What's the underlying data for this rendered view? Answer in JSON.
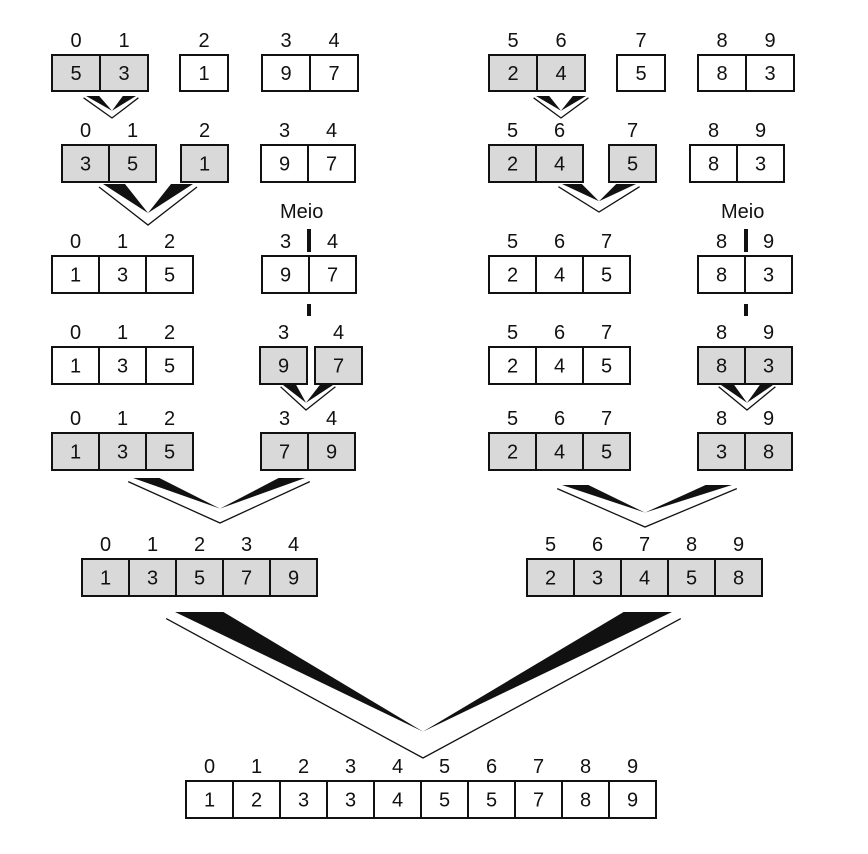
{
  "meio_label": "Meio",
  "arrays": [
    {
      "cells": [
        {
          "i": "0",
          "v": "5",
          "s": 1
        },
        {
          "i": "1",
          "v": "3",
          "s": 1
        }
      ]
    },
    {
      "cells": [
        {
          "i": "2",
          "v": "1",
          "s": 0
        }
      ]
    },
    {
      "cells": [
        {
          "i": "3",
          "v": "9",
          "s": 0
        },
        {
          "i": "4",
          "v": "7",
          "s": 0
        }
      ]
    },
    {
      "cells": [
        {
          "i": "5",
          "v": "2",
          "s": 1
        },
        {
          "i": "6",
          "v": "4",
          "s": 1
        }
      ]
    },
    {
      "cells": [
        {
          "i": "7",
          "v": "5",
          "s": 0
        }
      ]
    },
    {
      "cells": [
        {
          "i": "8",
          "v": "8",
          "s": 0
        },
        {
          "i": "9",
          "v": "3",
          "s": 0
        }
      ]
    },
    {
      "cells": [
        {
          "i": "0",
          "v": "3",
          "s": 1
        },
        {
          "i": "1",
          "v": "5",
          "s": 1
        }
      ]
    },
    {
      "cells": [
        {
          "i": "2",
          "v": "1",
          "s": 1
        }
      ]
    },
    {
      "cells": [
        {
          "i": "3",
          "v": "9",
          "s": 0
        },
        {
          "i": "4",
          "v": "7",
          "s": 0
        }
      ]
    },
    {
      "cells": [
        {
          "i": "5",
          "v": "2",
          "s": 1
        },
        {
          "i": "6",
          "v": "4",
          "s": 1
        }
      ]
    },
    {
      "cells": [
        {
          "i": "7",
          "v": "5",
          "s": 1
        }
      ]
    },
    {
      "cells": [
        {
          "i": "8",
          "v": "8",
          "s": 0
        },
        {
          "i": "9",
          "v": "3",
          "s": 0
        }
      ]
    },
    {
      "cells": [
        {
          "i": "0",
          "v": "1",
          "s": 0
        },
        {
          "i": "1",
          "v": "3",
          "s": 0
        },
        {
          "i": "2",
          "v": "5",
          "s": 0
        }
      ]
    },
    {
      "cells": [
        {
          "i": "3",
          "v": "9",
          "s": 0
        },
        {
          "i": "4",
          "v": "7",
          "s": 0
        }
      ]
    },
    {
      "cells": [
        {
          "i": "5",
          "v": "2",
          "s": 0
        },
        {
          "i": "6",
          "v": "4",
          "s": 0
        },
        {
          "i": "7",
          "v": "5",
          "s": 0
        }
      ]
    },
    {
      "cells": [
        {
          "i": "8",
          "v": "8",
          "s": 0
        },
        {
          "i": "9",
          "v": "3",
          "s": 0
        }
      ]
    },
    {
      "cells": [
        {
          "i": "0",
          "v": "1",
          "s": 0
        },
        {
          "i": "1",
          "v": "3",
          "s": 0
        },
        {
          "i": "2",
          "v": "5",
          "s": 0
        }
      ]
    },
    {
      "cells": [
        {
          "i": "3",
          "v": "9",
          "s": 1
        }
      ]
    },
    {
      "cells": [
        {
          "i": "4",
          "v": "7",
          "s": 1
        }
      ]
    },
    {
      "cells": [
        {
          "i": "5",
          "v": "2",
          "s": 0
        },
        {
          "i": "6",
          "v": "4",
          "s": 0
        },
        {
          "i": "7",
          "v": "5",
          "s": 0
        }
      ]
    },
    {
      "cells": [
        {
          "i": "8",
          "v": "8",
          "s": 1
        },
        {
          "i": "9",
          "v": "3",
          "s": 1
        }
      ]
    },
    {
      "cells": [
        {
          "i": "0",
          "v": "1",
          "s": 1
        },
        {
          "i": "1",
          "v": "3",
          "s": 1
        },
        {
          "i": "2",
          "v": "5",
          "s": 1
        }
      ]
    },
    {
      "cells": [
        {
          "i": "3",
          "v": "7",
          "s": 1
        },
        {
          "i": "4",
          "v": "9",
          "s": 1
        }
      ]
    },
    {
      "cells": [
        {
          "i": "5",
          "v": "2",
          "s": 1
        },
        {
          "i": "6",
          "v": "4",
          "s": 1
        },
        {
          "i": "7",
          "v": "5",
          "s": 1
        }
      ]
    },
    {
      "cells": [
        {
          "i": "8",
          "v": "3",
          "s": 1
        },
        {
          "i": "9",
          "v": "8",
          "s": 1
        }
      ]
    },
    {
      "cells": [
        {
          "i": "0",
          "v": "1",
          "s": 1
        },
        {
          "i": "1",
          "v": "3",
          "s": 1
        },
        {
          "i": "2",
          "v": "5",
          "s": 1
        },
        {
          "i": "3",
          "v": "7",
          "s": 1
        },
        {
          "i": "4",
          "v": "9",
          "s": 1
        }
      ]
    },
    {
      "cells": [
        {
          "i": "5",
          "v": "2",
          "s": 1
        },
        {
          "i": "6",
          "v": "3",
          "s": 1
        },
        {
          "i": "7",
          "v": "4",
          "s": 1
        },
        {
          "i": "8",
          "v": "5",
          "s": 1
        },
        {
          "i": "9",
          "v": "8",
          "s": 1
        }
      ]
    },
    {
      "cells": [
        {
          "i": "0",
          "v": "1",
          "s": 0
        },
        {
          "i": "1",
          "v": "2",
          "s": 0
        },
        {
          "i": "2",
          "v": "3",
          "s": 0
        },
        {
          "i": "3",
          "v": "3",
          "s": 0
        },
        {
          "i": "4",
          "v": "4",
          "s": 0
        },
        {
          "i": "5",
          "v": "5",
          "s": 0
        },
        {
          "i": "6",
          "v": "5",
          "s": 0
        },
        {
          "i": "7",
          "v": "7",
          "s": 0
        },
        {
          "i": "8",
          "v": "8",
          "s": 0
        },
        {
          "i": "9",
          "v": "9",
          "s": 0
        }
      ]
    }
  ]
}
